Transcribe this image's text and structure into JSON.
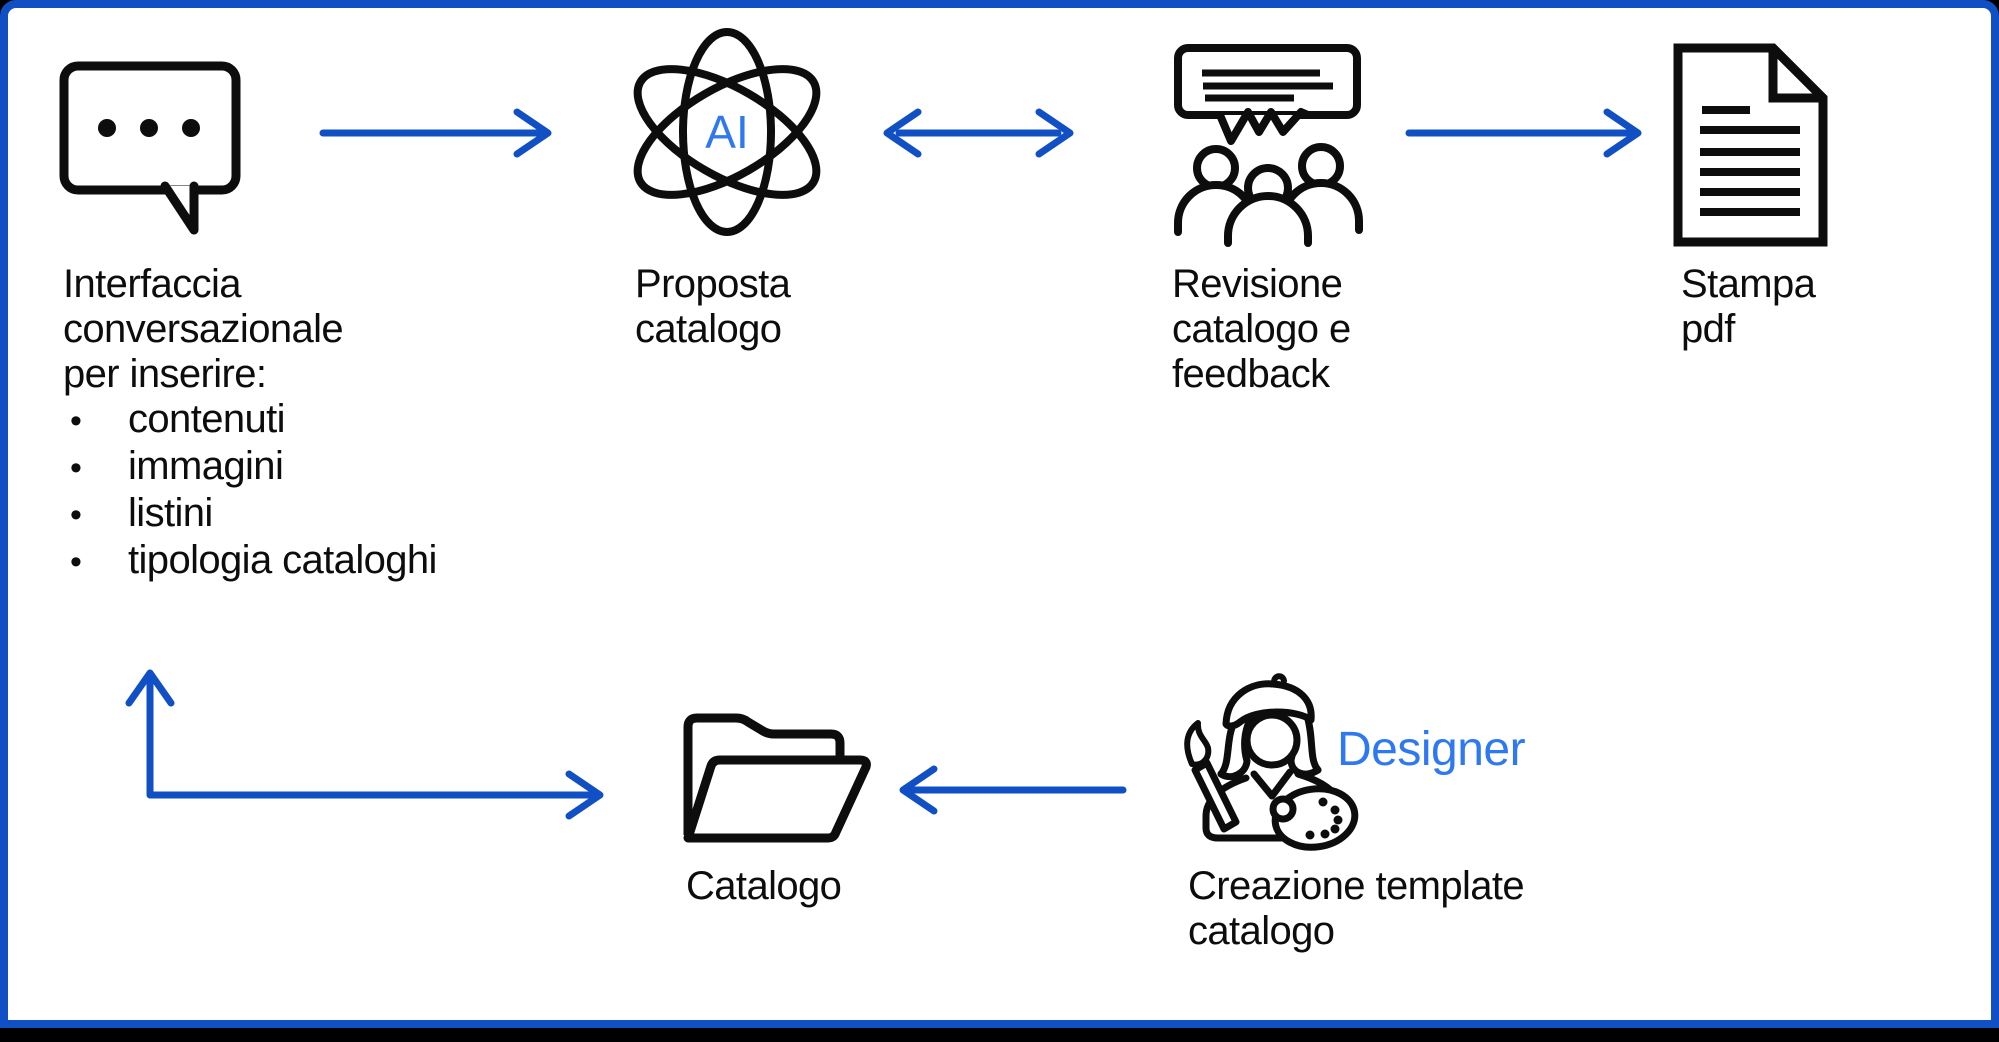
{
  "colors": {
    "accent": "#1150C4",
    "accent_light": "#2E78F2",
    "ink": "#0D0D0D",
    "canvas": "#FFFFFF",
    "outer": "#000000"
  },
  "ui": {
    "bullet_glyph": "•"
  },
  "icons": {
    "step1": "chat-bubble-icon",
    "step2": "ai-atom-icon",
    "step3": "feedback-group-icon",
    "step4": "pdf-document-icon",
    "step5": "open-folder-icon",
    "step6": "designer-artist-icon"
  },
  "flow": {
    "step1": {
      "title_lines": [
        "Interfaccia",
        "conversazionale",
        "per inserire:"
      ],
      "bullets": [
        "contenuti",
        "immagini",
        "listini",
        "tipologia cataloghi"
      ]
    },
    "step2": {
      "icon_label": "AI",
      "title_lines": [
        "Proposta",
        "catalogo"
      ]
    },
    "step3": {
      "title_lines": [
        "Revisione",
        "catalogo e",
        "feedback"
      ]
    },
    "step4": {
      "title_lines": [
        "Stampa",
        "pdf"
      ]
    },
    "step5": {
      "title": "Catalogo"
    },
    "step6": {
      "role": "Designer",
      "title_lines": [
        "Creazione template",
        "catalogo"
      ]
    }
  }
}
